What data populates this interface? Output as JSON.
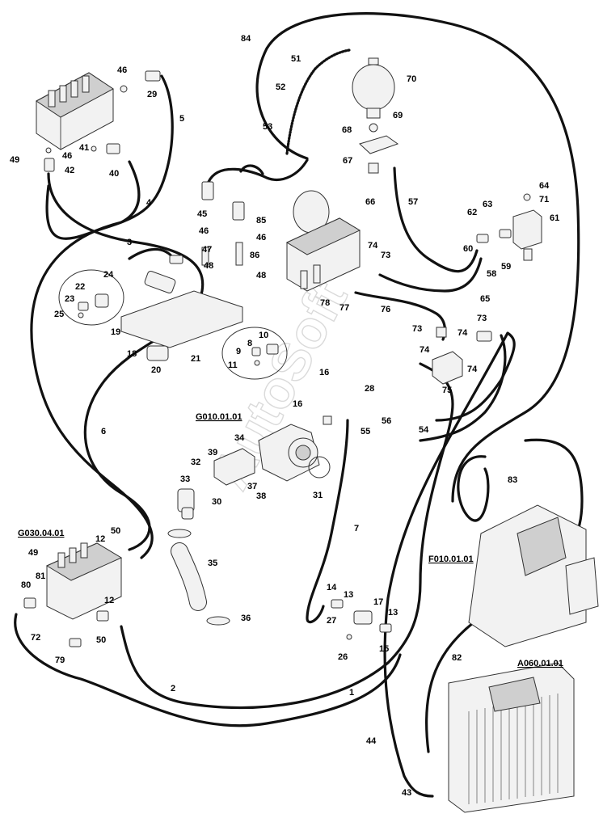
{
  "watermark": "AutoSoft",
  "reference_labels": [
    "G010.01.01",
    "G030.04.01",
    "F010.01.01",
    "A060.01.01"
  ],
  "callouts": [
    "84",
    "51",
    "52",
    "53",
    "70",
    "69",
    "68",
    "67",
    "66",
    "57",
    "46",
    "29",
    "5",
    "41",
    "40",
    "49",
    "46",
    "42",
    "4",
    "3",
    "45",
    "46",
    "47",
    "48",
    "85",
    "46",
    "86",
    "48",
    "64",
    "71",
    "63",
    "62",
    "61",
    "60",
    "59",
    "58",
    "74",
    "73",
    "78",
    "77",
    "76",
    "65",
    "22",
    "24",
    "23",
    "25",
    "19",
    "18",
    "20",
    "21",
    "10",
    "8",
    "9",
    "11",
    "73",
    "74",
    "73",
    "74",
    "74",
    "75",
    "16",
    "28",
    "16",
    "56",
    "55",
    "54",
    "6",
    "G",
    "34",
    "39",
    "32",
    "33",
    "30",
    "37",
    "38",
    "31",
    "83",
    "7",
    "35",
    "36",
    "G",
    "12",
    "50",
    "49",
    "81",
    "80",
    "12",
    "72",
    "50",
    "79",
    "14",
    "13",
    "17",
    "27",
    "13",
    "26",
    "15",
    "2",
    "1",
    "82",
    "44",
    "43"
  ]
}
